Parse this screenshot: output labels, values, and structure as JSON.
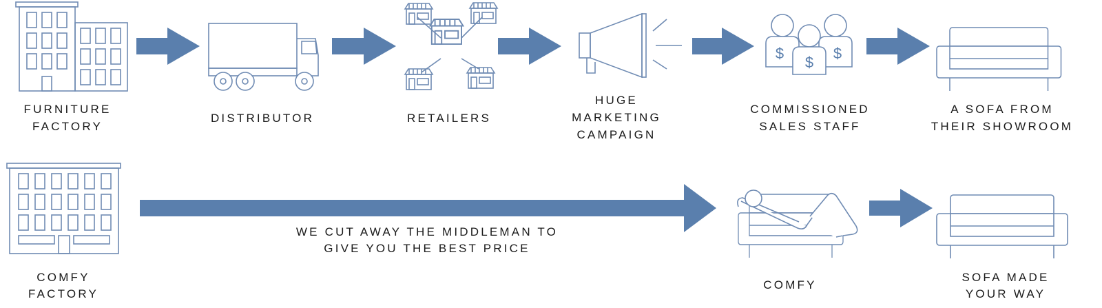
{
  "colors": {
    "arrow": "#5a7fad",
    "icon_line": "#6f8bb3",
    "text": "#1a1a1a"
  },
  "traditional_chain": [
    {
      "icon": "factory-icon",
      "label": [
        "FURNITURE",
        "FACTORY"
      ]
    },
    {
      "icon": "truck-icon",
      "label": [
        "DISTRIBUTOR"
      ]
    },
    {
      "icon": "stores-network-icon",
      "label": [
        "RETAILERS"
      ]
    },
    {
      "icon": "megaphone-icon",
      "label": [
        "HUGE",
        "MARKETING",
        "CAMPAIGN"
      ]
    },
    {
      "icon": "sales-staff-icon",
      "label": [
        "COMMISSIONED",
        "SALES STAFF"
      ],
      "symbol": "$"
    },
    {
      "icon": "sofa-icon",
      "label": [
        "A SOFA FROM",
        "THEIR SHOWROOM"
      ]
    }
  ],
  "comfy_chain": [
    {
      "icon": "factory-icon",
      "label": [
        "COMFY",
        "FACTORY"
      ]
    },
    {
      "icon": "person-on-sofa-icon",
      "label": [
        "COMFY"
      ]
    },
    {
      "icon": "sofa-icon",
      "label": [
        "SOFA MADE",
        "YOUR WAY"
      ]
    }
  ],
  "middleman_message": [
    "WE CUT AWAY THE MIDDLEMAN TO",
    "GIVE YOU THE BEST PRICE"
  ]
}
